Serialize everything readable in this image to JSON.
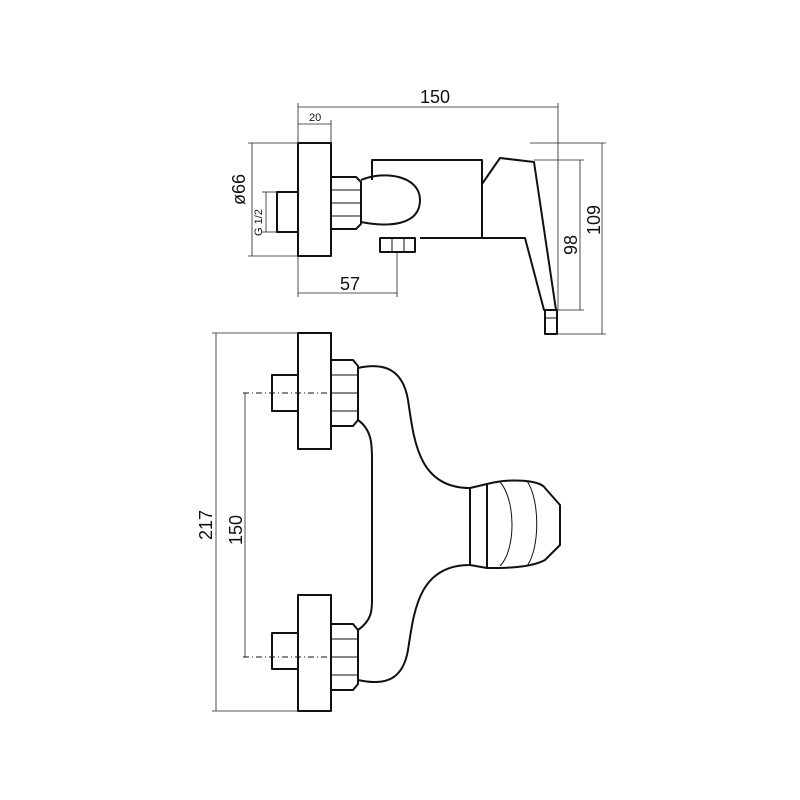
{
  "side_view": {
    "overall_length": "150",
    "flange_thickness": "20",
    "flange_diameter": "ø66",
    "thread": "G 1/2",
    "outlet_offset": "57",
    "body_height": "98",
    "overall_height": "109"
  },
  "front_view": {
    "overall_height": "217",
    "center_distance": "150"
  },
  "colors": {
    "line": "#111111",
    "background": "#ffffff"
  }
}
